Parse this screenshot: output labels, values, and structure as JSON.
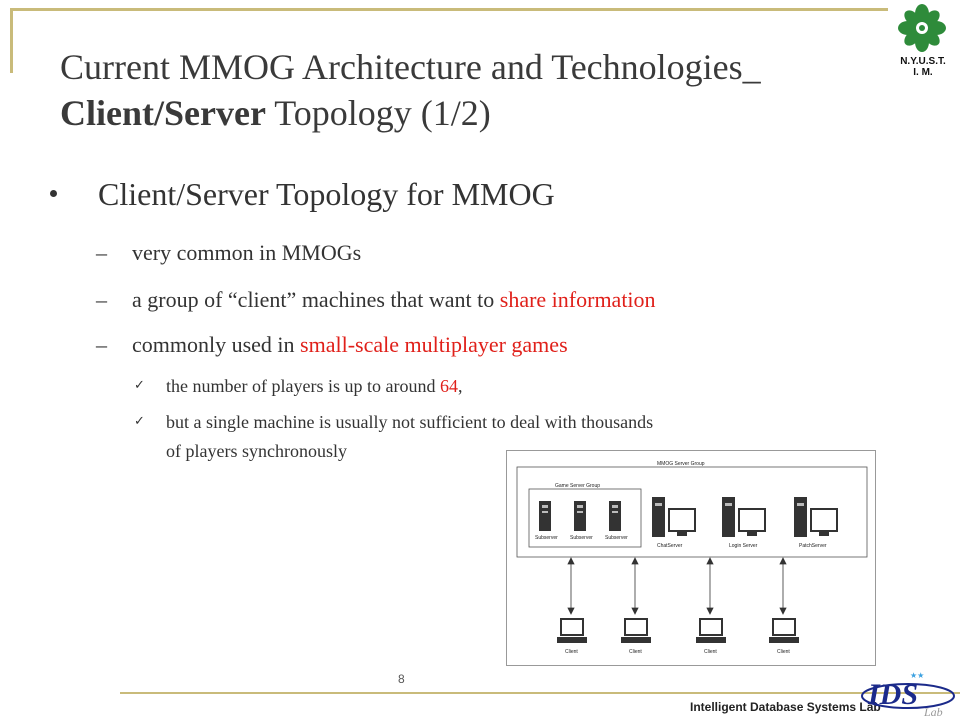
{
  "slide": {
    "title_part1": "Current MMOG Architecture and Technologies_",
    "title_bold": "Client/Server",
    "title_part2": " Topology (1/2)",
    "main_bullet": "Client/Server Topology for MMOG",
    "sub1": "very common in MMOGs",
    "sub2_pre": "a group of “client” machines that want to ",
    "sub2_red": "share information",
    "sub3_pre": "commonly used in ",
    "sub3_red": "small-scale multiplayer games",
    "check1_pre": "the number of players is up to around ",
    "check1_red": "64",
    "check1_post": ",",
    "check2_line1": "but a single machine is usually not sufficient to deal with thousands",
    "check2_line2": "of players synchronously",
    "dash": "–",
    "check_mark": "✓",
    "page_number": "8",
    "lab_name": "Intelligent Database Systems Lab",
    "logo_text_line1": "N.Y.U.S.T.",
    "logo_text_line2": "I. M.",
    "ids_logo_text": "IDS",
    "ids_logo_sub": "Lab",
    "accent_color": "#e0201a",
    "frame_color": "#c9bb7a"
  },
  "diagram": {
    "group_label": "MMOG Server Group",
    "subgroup_label": "Game Server Group",
    "subservers": [
      "Subserver",
      "Subserver",
      "Subserver"
    ],
    "servers": [
      "ChatServer",
      "Login Server",
      "PatchServer"
    ],
    "clients": [
      "Client",
      "Client",
      "Client",
      "Client"
    ]
  }
}
